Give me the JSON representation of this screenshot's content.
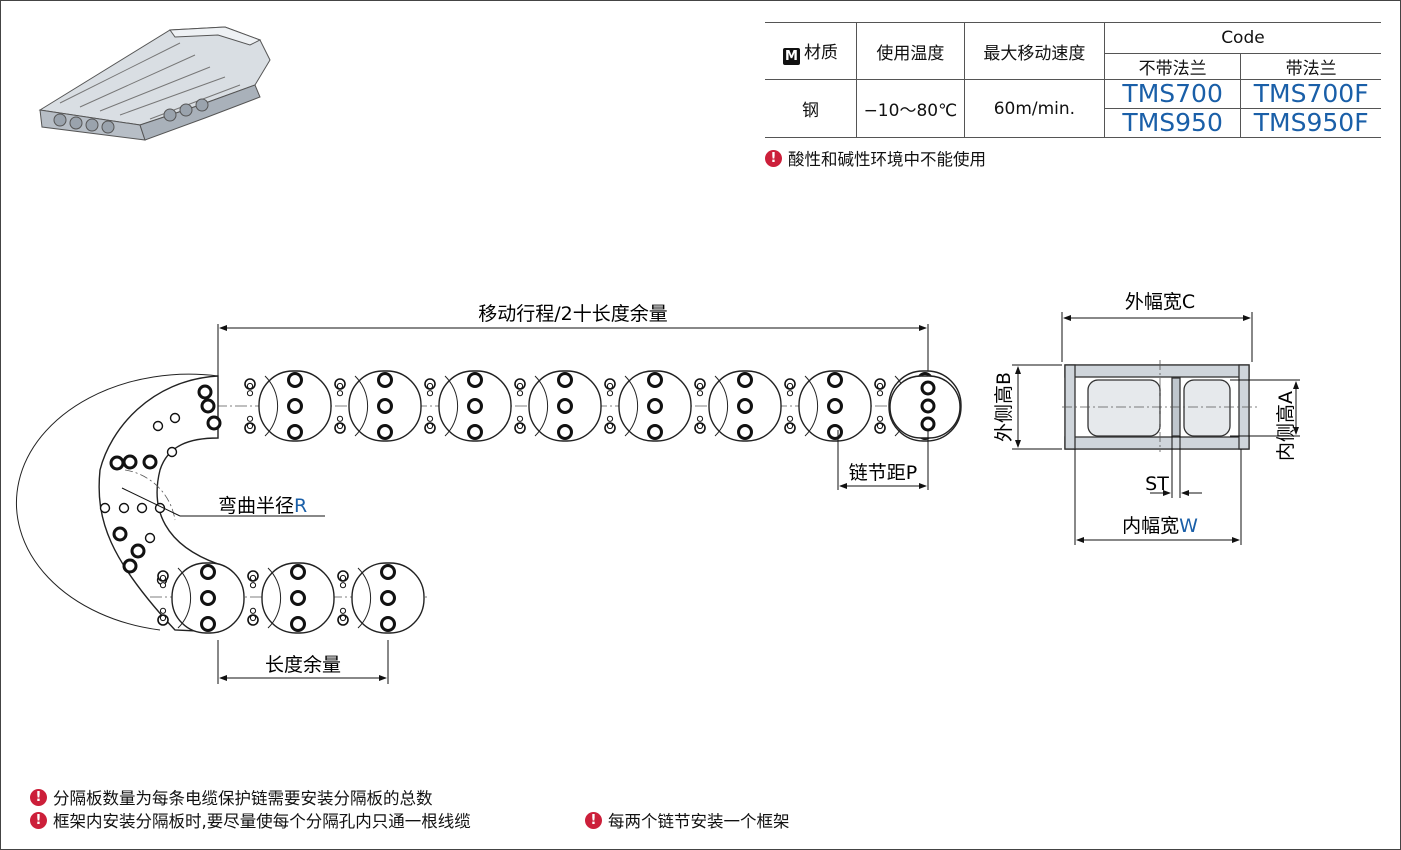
{
  "spec_table": {
    "headers": {
      "material_badge": "M",
      "material": "材质",
      "temperature": "使用温度",
      "max_speed": "最大移动速度",
      "code": "Code",
      "no_flange": "不带法兰",
      "with_flange": "带法兰"
    },
    "row": {
      "material": "钢",
      "temperature": "−10～80℃",
      "max_speed": "60m/min.",
      "codes": [
        {
          "no_flange": "TMS700",
          "with_flange": "TMS700F"
        },
        {
          "no_flange": "TMS950",
          "with_flange": "TMS950F"
        }
      ]
    }
  },
  "notes": {
    "top": "酸性和碱性环境中不能使用",
    "bottom_1": "分隔板数量为每条电缆保护链需要安装分隔板的总数",
    "bottom_2": "框架内安装分隔板时,要尽量使每个分隔孔内只通一根线缆",
    "bottom_3": "每两个链节安装一个框架"
  },
  "side_view": {
    "travel_label": "移动行程/2十长度余量",
    "pitch_label": "链节距P",
    "bend_label": "弯曲半径",
    "bend_symbol": "R",
    "slack_label": "长度余量"
  },
  "cross_section": {
    "outer_width": "外幅宽C",
    "outer_height": "外侧高B",
    "inner_height": "内侧高A",
    "st": "ST",
    "inner_width": "内幅宽",
    "inner_width_symbol": "W"
  },
  "colors": {
    "accent_blue": "#1a5fa8",
    "warning_red": "#cc1f3a"
  }
}
